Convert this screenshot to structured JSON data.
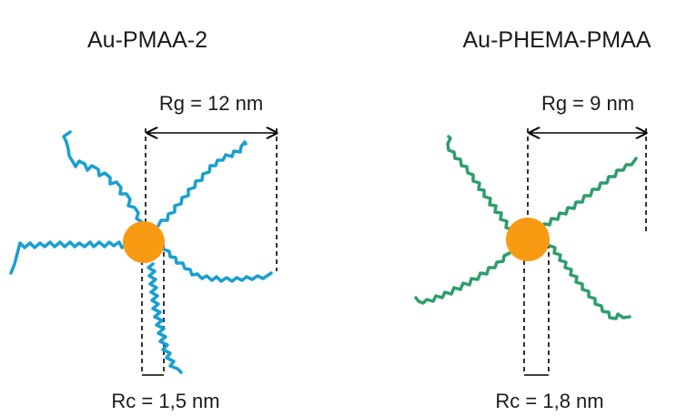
{
  "panels": [
    {
      "title": "Au-PMAA-2",
      "rg_label": "Rg = 12 nm",
      "rc_label": "Rc = 1,5 nm",
      "chain_color": "#1a9fd0",
      "core_color": "#f99b12"
    },
    {
      "title": "Au-PHEMA-PMAA",
      "rg_label": "Rg = 9 nm",
      "rc_label": "Rc = 1,8 nm",
      "chain_color": "#2e9e6a",
      "core_color": "#f99b12"
    }
  ],
  "icons": {
    "core": "gold-nanoparticle-icon",
    "chain": "polymer-chain-icon",
    "arrow": "double-arrow-icon"
  }
}
